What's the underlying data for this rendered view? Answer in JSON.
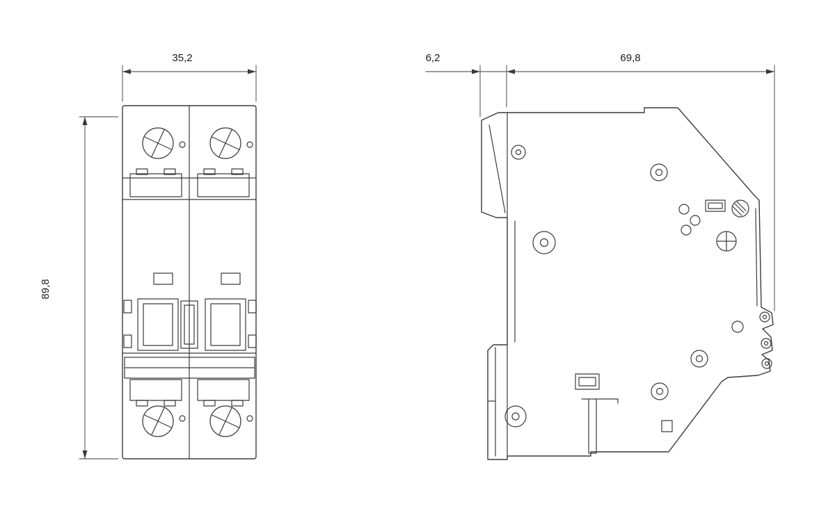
{
  "colors": {
    "background": "#ffffff",
    "line": "#3a3a3a",
    "text": "#1a1a1a"
  },
  "front_view": {
    "width_dimension": "35,2",
    "height_dimension": "89,8"
  },
  "side_view": {
    "rail_offset_dimension": "6,2",
    "depth_dimension": "69,8"
  }
}
